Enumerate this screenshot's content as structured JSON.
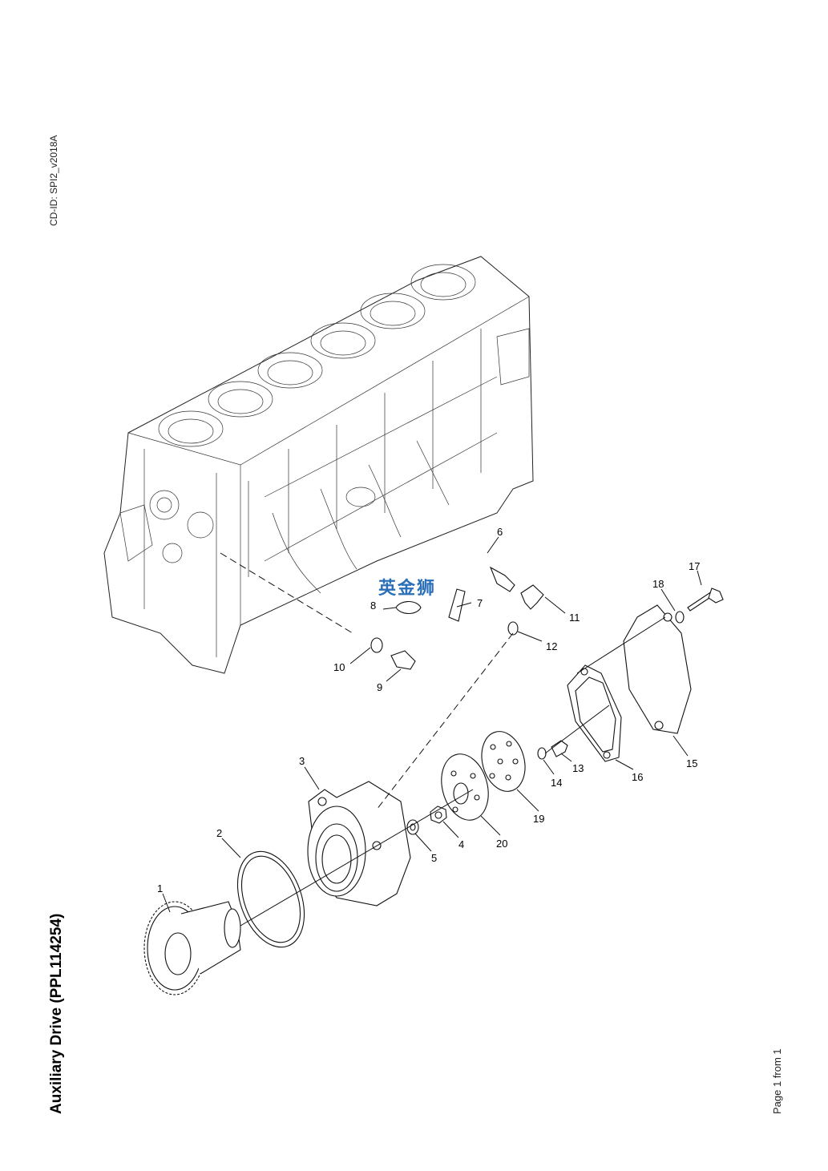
{
  "header": {
    "cd_id": "CD-ID: SPI2_v2018A"
  },
  "document": {
    "title": "Auxiliary Drive (PPL114254)",
    "page_label": "Page 1 from 1"
  },
  "watermark": {
    "text": "英金狮"
  },
  "callouts": [
    {
      "num": "1"
    },
    {
      "num": "2"
    },
    {
      "num": "3"
    },
    {
      "num": "4"
    },
    {
      "num": "5"
    },
    {
      "num": "6"
    },
    {
      "num": "7"
    },
    {
      "num": "8"
    },
    {
      "num": "9"
    },
    {
      "num": "10"
    },
    {
      "num": "11"
    },
    {
      "num": "12"
    },
    {
      "num": "13"
    },
    {
      "num": "14"
    },
    {
      "num": "15"
    },
    {
      "num": "16"
    },
    {
      "num": "17"
    },
    {
      "num": "18"
    },
    {
      "num": "19"
    },
    {
      "num": "20"
    }
  ]
}
